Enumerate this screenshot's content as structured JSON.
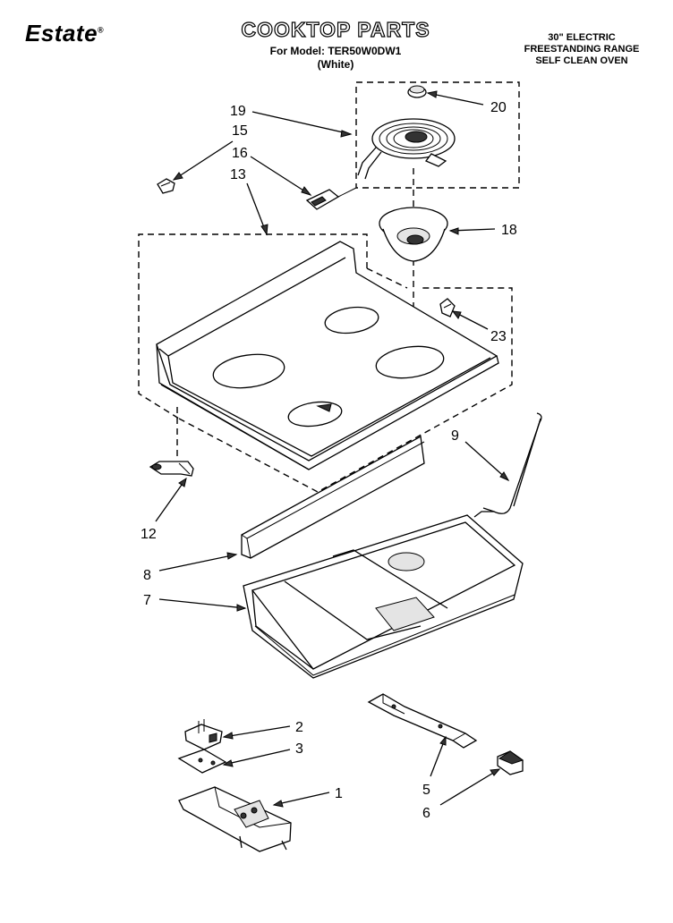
{
  "header": {
    "brand": "Estate",
    "brand_mark": "®",
    "title": "COOKTOP PARTS",
    "model_line": "For Model: TER50W0DW1",
    "variant": "(White)",
    "description": [
      "30\" ELECTRIC",
      "FREESTANDING RANGE",
      "SELF CLEAN OVEN"
    ]
  },
  "callouts": {
    "p20": "20",
    "p19": "19",
    "p15": "15",
    "p16": "16",
    "p13": "13",
    "p18": "18",
    "p23": "23",
    "p9": "9",
    "p12": "12",
    "p8": "8",
    "p7": "7",
    "p2": "2",
    "p3": "3",
    "p1": "1",
    "p5": "5",
    "p6": "6"
  }
}
